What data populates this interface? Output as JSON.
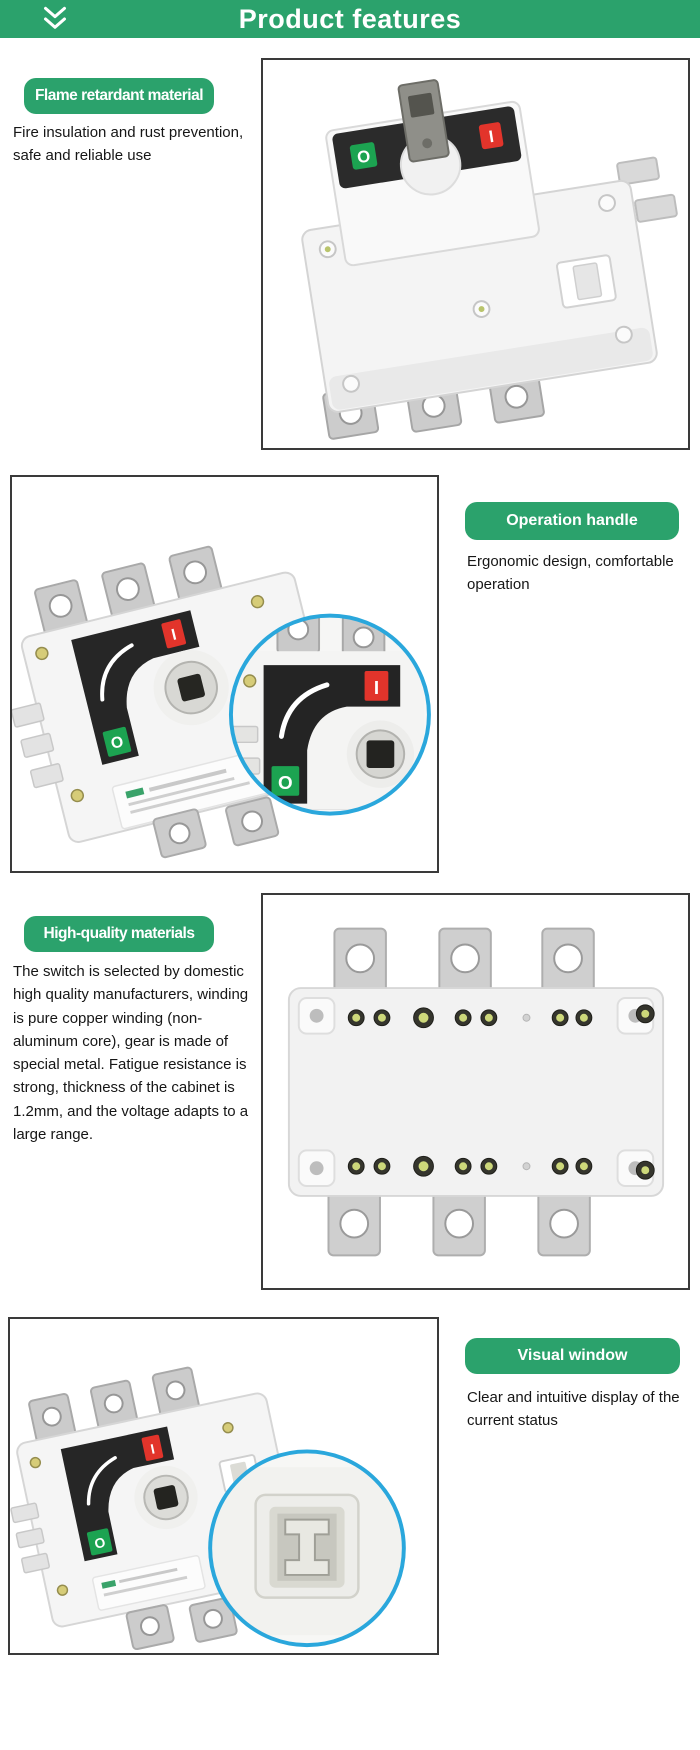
{
  "header": {
    "title": "Product features",
    "bg_color": "#2ba26c",
    "chevron_icon": "double-chevron-down"
  },
  "colors": {
    "accent_green": "#2ba26c",
    "inset_circle_blue": "#2aa7dc",
    "switch_on_red": "#e2342b",
    "switch_off_green": "#1ca351",
    "box_border": "#3a3a3a",
    "text": "#161616"
  },
  "product": {
    "on_label": "I",
    "off_label": "O"
  },
  "sections": [
    {
      "id": "flame-retardant-material",
      "badge": "Flame retardant material",
      "description": "Fire insulation and rust prevention, safe and reliable use",
      "image": "switch-isometric-photo",
      "image_side": "right"
    },
    {
      "id": "operation-handle",
      "badge": "Operation handle",
      "description": "Ergonomic design, comfortable operation",
      "image": "switch-angled-photo-with-handle-zoom",
      "image_side": "left"
    },
    {
      "id": "high-quality-materials",
      "badge": "High-quality materials",
      "description": "The switch is selected by domestic high quality manufacturers, winding is pure copper winding (non-aluminum core), gear is made of special metal. Fatigue resistance is strong, thickness of the cabinet is 1.2mm, and the voltage adapts to a large range.",
      "image": "switch-rear-panel-photo",
      "image_side": "right"
    },
    {
      "id": "visual-window",
      "badge": "Visual window",
      "description": "Clear and intuitive display of the current status",
      "image": "switch-photo-with-window-zoom",
      "image_side": "left"
    }
  ]
}
